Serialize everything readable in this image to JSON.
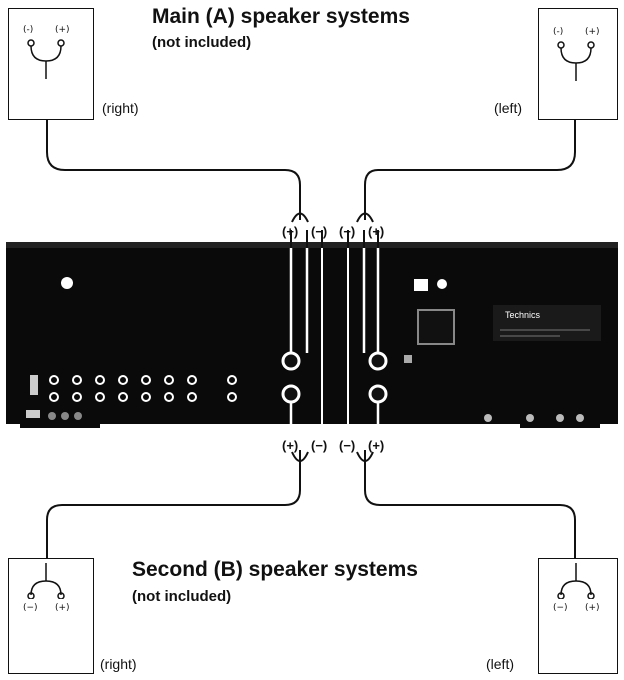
{
  "main": {
    "title": "Main (A) speaker systems",
    "subtitle": "(not included)",
    "left_speaker_side": "(right)",
    "right_speaker_side": "(left)",
    "box_terminal_neg": "(-)",
    "box_terminal_pos": "(+)",
    "amp_terminals": [
      "(+)",
      "(−)",
      "(−)",
      "(+)"
    ]
  },
  "second": {
    "title": "Second (B) speaker systems",
    "subtitle": "(not included)",
    "left_speaker_side": "(right)",
    "right_speaker_side": "(left)",
    "box_terminal_neg": "(−)",
    "box_terminal_pos": "(+)",
    "amp_terminals": [
      "(+)",
      "(−)",
      "(−)",
      "(+)"
    ]
  },
  "amplifier": {
    "brand": "Technics"
  }
}
